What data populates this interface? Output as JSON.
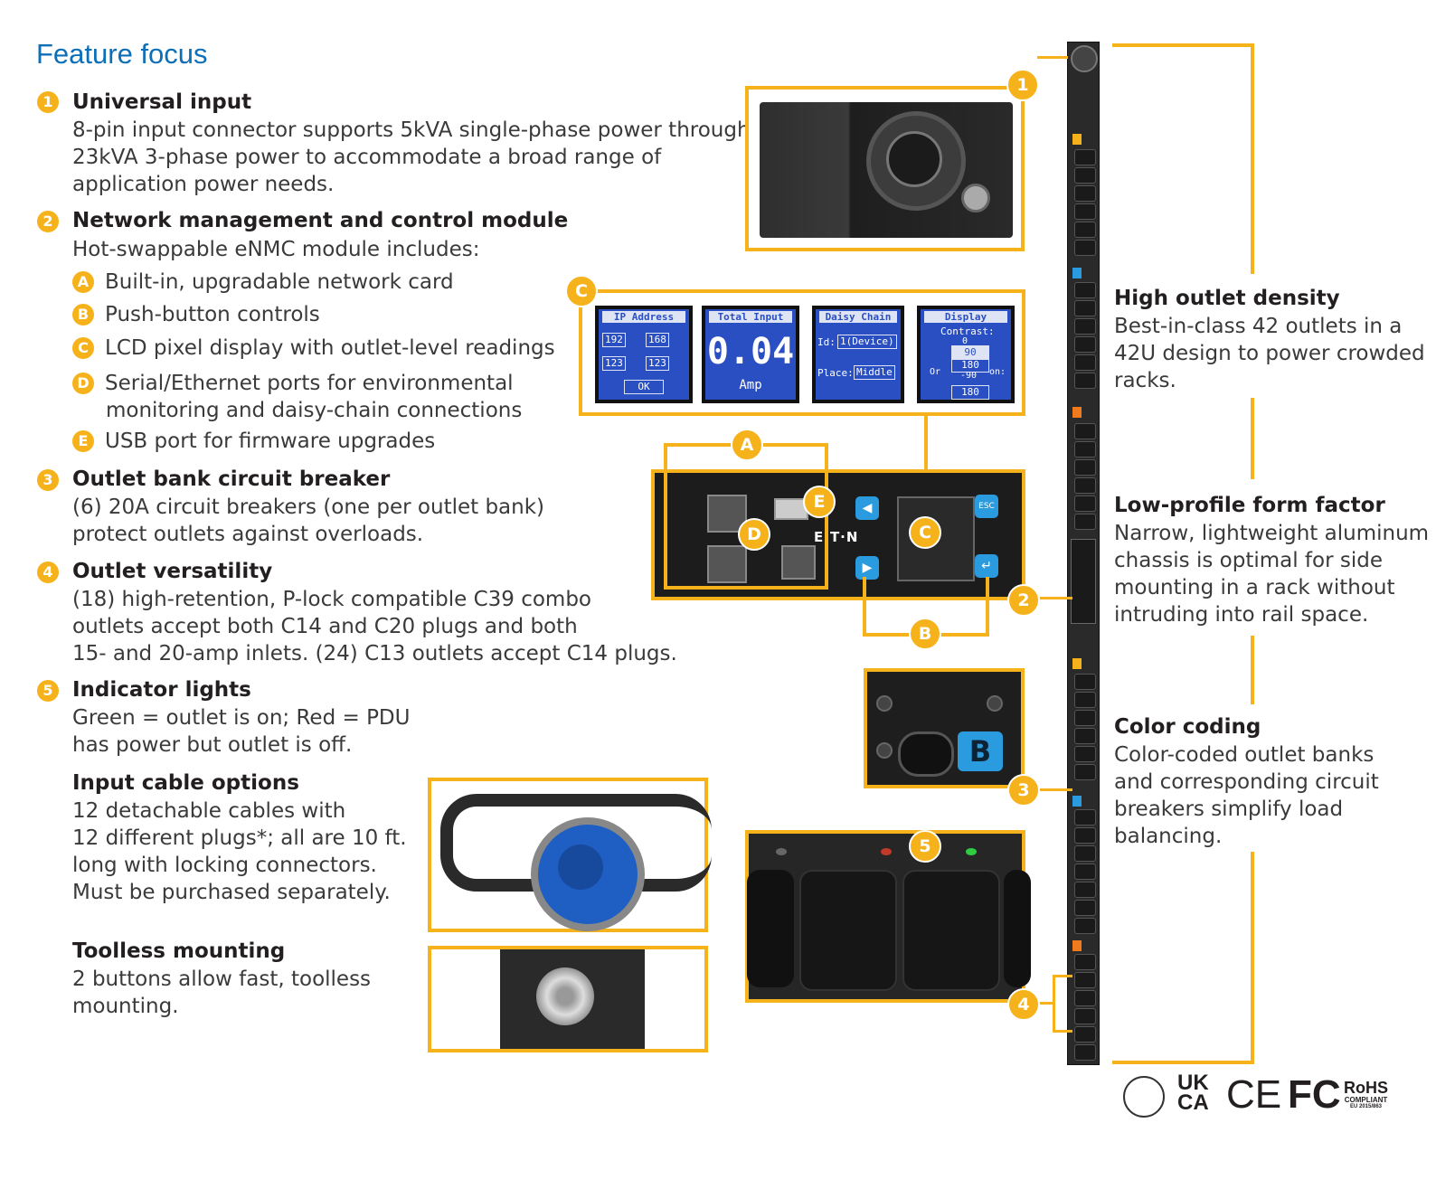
{
  "title": "Feature focus",
  "features": [
    {
      "num": "1",
      "title": "Universal input",
      "lines": [
        "8-pin input connector supports 5kVA single-phase power through",
        "23kVA 3-phase power to accommodate a broad range of",
        "application power needs."
      ]
    },
    {
      "num": "2",
      "title": "Network management and control module",
      "lines": [
        "Hot-swappable eNMC module includes:"
      ]
    },
    {
      "num": "3",
      "title": "Outlet bank circuit breaker",
      "lines": [
        "(6) 20A circuit breakers (one per outlet bank)",
        "protect outlets against overloads."
      ]
    },
    {
      "num": "4",
      "title": "Outlet versatility",
      "lines": [
        "(18) high-retention, P-lock compatible C39 combo",
        "outlets accept both C14 and C20 plugs and both",
        "15- and 20-amp inlets. (24) C13 outlets accept C14 plugs."
      ]
    },
    {
      "num": "5",
      "title": "Indicator lights",
      "lines": [
        "Green = outlet is on; Red = PDU",
        "has power but outlet is off."
      ]
    }
  ],
  "sub_items": [
    {
      "letter": "A",
      "lines": [
        "Built-in, upgradable network card"
      ]
    },
    {
      "letter": "B",
      "lines": [
        "Push-button controls"
      ]
    },
    {
      "letter": "C",
      "lines": [
        "LCD pixel display with outlet-level readings"
      ]
    },
    {
      "letter": "D",
      "lines": [
        "Serial/Ethernet ports for environmental",
        "monitoring and daisy-chain connections"
      ]
    },
    {
      "letter": "E",
      "lines": [
        "USB port for firmware upgrades"
      ]
    }
  ],
  "extras": [
    {
      "title": "Input cable options",
      "lines": [
        "12 detachable cables with",
        "12 different plugs*; all are 10 ft.",
        "long with locking connectors.",
        "Must be purchased separately."
      ]
    },
    {
      "title": "Toolless mounting",
      "lines": [
        "2 buttons allow fast, toolless",
        "mounting."
      ]
    }
  ],
  "right_features": [
    {
      "title": "High outlet density",
      "lines": [
        "Best-in-class 42 outlets in a",
        "42U design to power crowded",
        "racks."
      ]
    },
    {
      "title": "Low-profile form factor",
      "lines": [
        "Narrow, lightweight aluminum",
        "chassis is optimal for side",
        "mounting in a rack without",
        "intruding into rail space."
      ]
    },
    {
      "title": "Color coding",
      "lines": [
        "Color-coded outlet banks",
        "and corresponding circuit",
        "breakers simplify load",
        "balancing."
      ]
    }
  ],
  "lcd_screens": {
    "ip": {
      "header": "IP Address",
      "f1": "192",
      "f2": "168",
      "f3": "123",
      "f4": "123",
      "ok": "OK"
    },
    "total": {
      "header": "Total Input",
      "value": "0.04",
      "unit": "Amp"
    },
    "daisy": {
      "header": "Daisy Chain",
      "id_label": "Id:",
      "id_value": "1(Device)",
      "place_label": "Place:",
      "place_value": "Middle"
    },
    "display": {
      "header": "Display",
      "contrast": "Contrast:",
      "v0": "0",
      "v90": "90",
      "v180": "180",
      "vneg90": "-90",
      "bottom": "180",
      "or": "Or",
      "on": "on:"
    }
  },
  "module": {
    "brand": "E·T·N",
    "esc": "ESC",
    "b_label": "B"
  },
  "callouts": {
    "one": "1",
    "two": "2",
    "three": "3",
    "four": "4",
    "five": "5",
    "a": "A",
    "b": "B",
    "c": "C",
    "c2": "C",
    "d": "D",
    "e": "E"
  },
  "certs": {
    "uk": "UK",
    "ca": "CA",
    "ce": "CE",
    "fc": "FC",
    "rohs": "RoHS",
    "compliant": "COMPLIANT",
    "eu": "EU 2015/863"
  },
  "colors": {
    "accent": "#f6b21a",
    "title_blue": "#0d6fb8",
    "lcd_blue": "#2a4fc2"
  }
}
